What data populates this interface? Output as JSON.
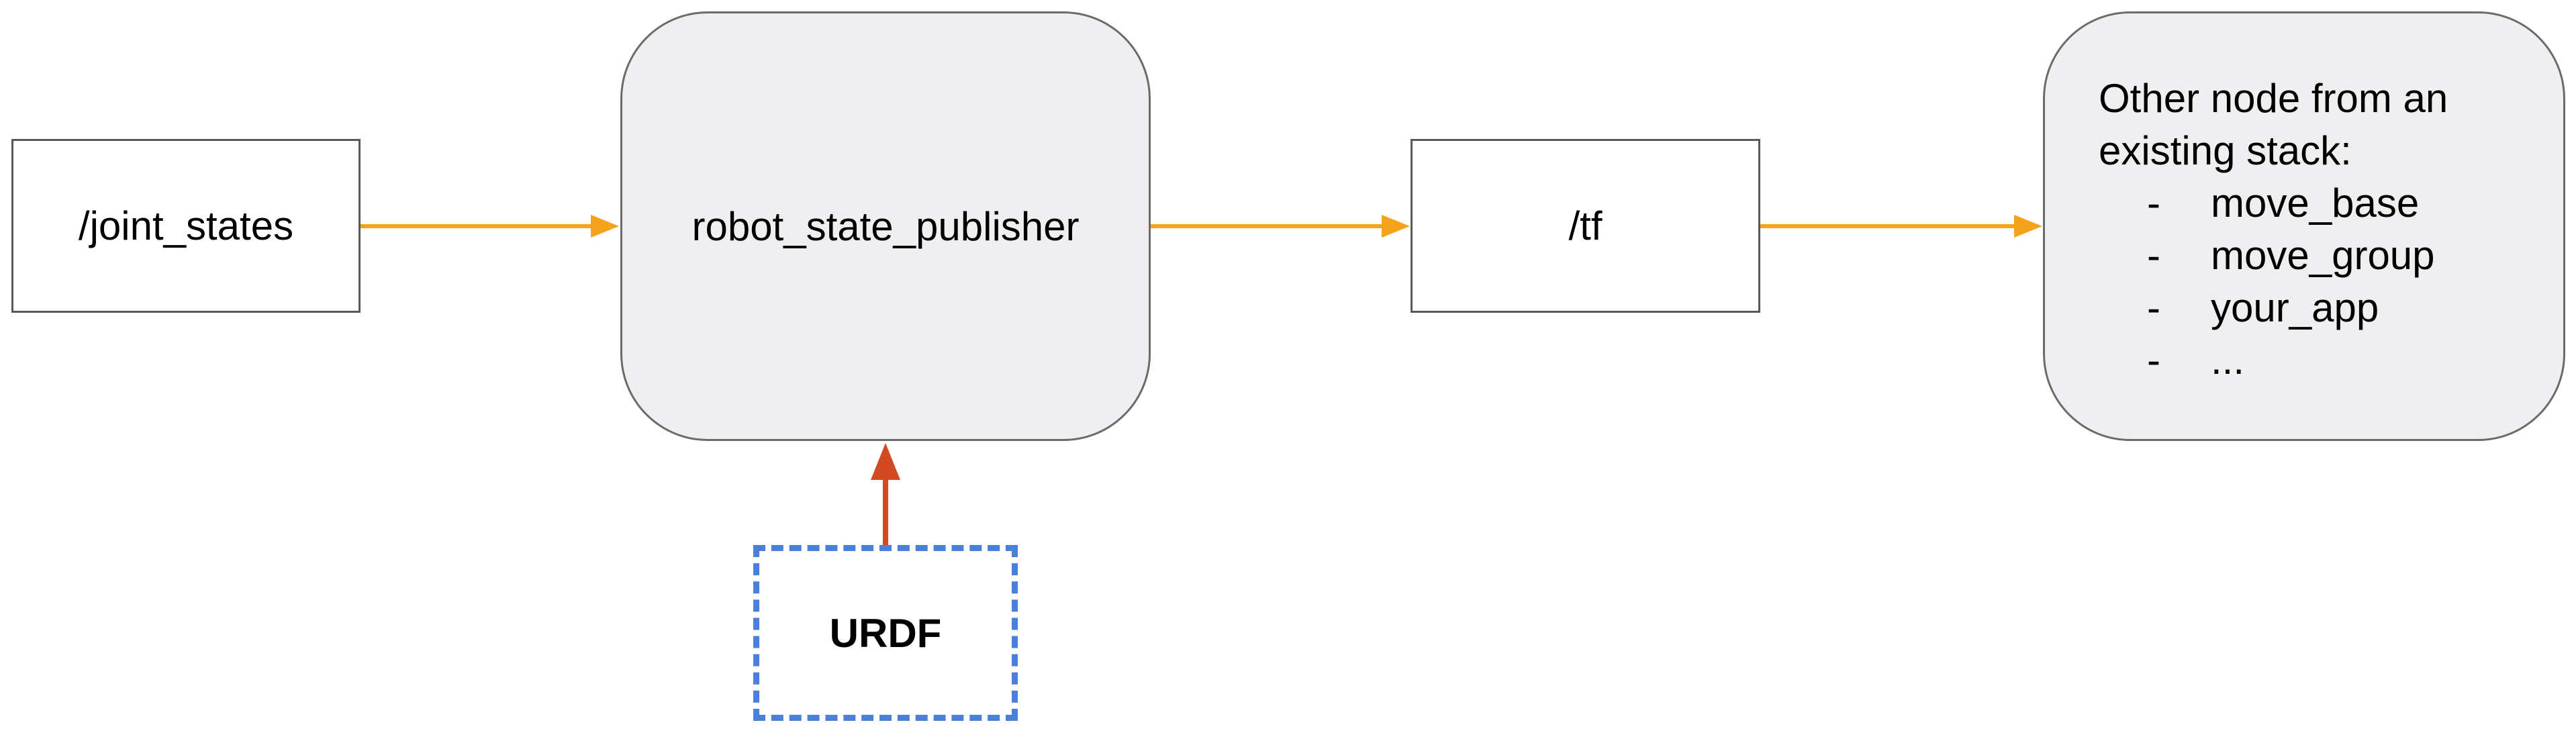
{
  "nodes": {
    "joint_states": "/joint_states",
    "robot_state_publisher": "robot_state_publisher",
    "tf": "/tf",
    "urdf": "URDF",
    "other": {
      "title_line1": "Other node from an",
      "title_line2": "existing stack:",
      "items": [
        "move_base",
        "move_group",
        "your_app",
        "..."
      ],
      "bullet": "-"
    }
  },
  "colors": {
    "flow_arrow": "#f5a21c",
    "urdf_arrow": "#d24a22",
    "urdf_border": "#4a7fdb",
    "process_fill": "#efeff1"
  }
}
